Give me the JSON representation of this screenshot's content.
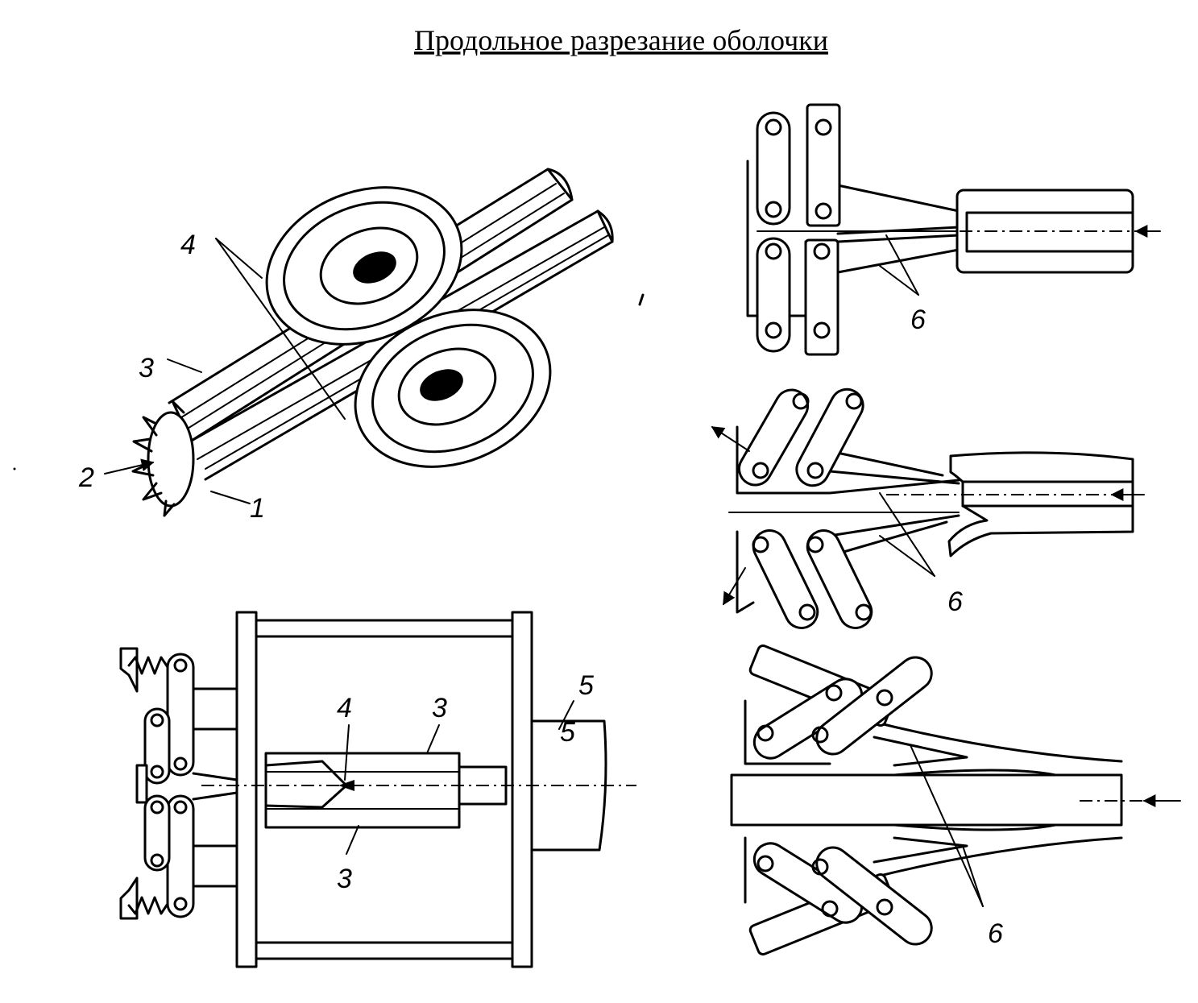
{
  "title": "Продольное разрезание оболочки",
  "labels": {
    "l1": "1",
    "l2": "2",
    "l3": "3",
    "l4": "4",
    "l5": "5",
    "l6": "6"
  }
}
